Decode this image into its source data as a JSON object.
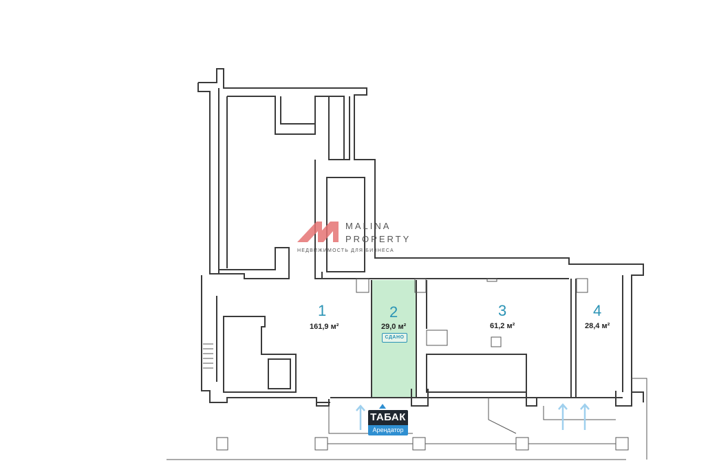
{
  "logo": {
    "line1": "MALINA",
    "line2": "PROPERTY",
    "tagline": "НЕДВИЖИМОСТЬ ДЛЯ БИЗНЕСА",
    "mark_color": "#e57373"
  },
  "rooms": [
    {
      "number": "1",
      "area": "161,9 м²"
    },
    {
      "number": "2",
      "area": "29,0 м²",
      "status": "СДАНО"
    },
    {
      "number": "3",
      "area": "61,2 м²"
    },
    {
      "number": "4",
      "area": "28,4 м²"
    }
  ],
  "tenant": {
    "name": "ТАБАК",
    "label": "Арендатор"
  },
  "colors": {
    "rented_fill": "#c8ecd0",
    "room_number": "#2a93b5",
    "entrance_arrow": "#9fd0ee",
    "wall": "#3a3a3a"
  }
}
